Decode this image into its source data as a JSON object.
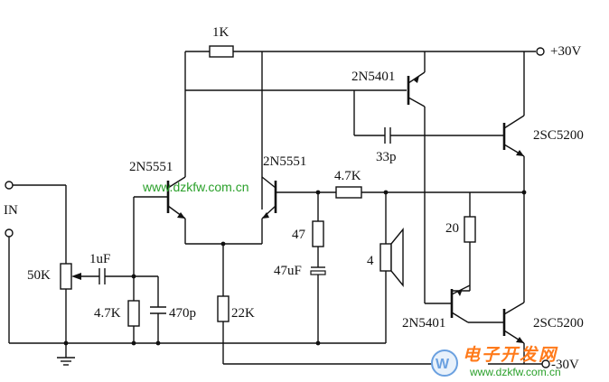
{
  "labels": {
    "r_top": "1K",
    "vplus": "+30V",
    "q_pnp_top": "2N5401",
    "q_pwr_top": "2SC5200",
    "c_33p": "33p",
    "q_in_left": "2N5551",
    "q_in_right": "2N5551",
    "r_fb": "4.7K",
    "in": "IN",
    "r_47": "47",
    "c_47u": "47uF",
    "spk": "4",
    "r_20": "20",
    "pot": "50K",
    "c_1u": "1uF",
    "r_in": "4.7K",
    "c_470p": "470p",
    "r_tail": "22K",
    "q_pnp_bot": "2N5401",
    "q_pwr_bot": "2SC5200",
    "vminus": "-30V"
  },
  "watermark": "www.dzkfw.com.cn",
  "logo": {
    "cn_text": "电子开发网",
    "url": "www.dzkfw.com.cn",
    "colors": {
      "text": "#ff7a1a",
      "url": "#2aa02a",
      "w": "#6aa0e0"
    }
  }
}
